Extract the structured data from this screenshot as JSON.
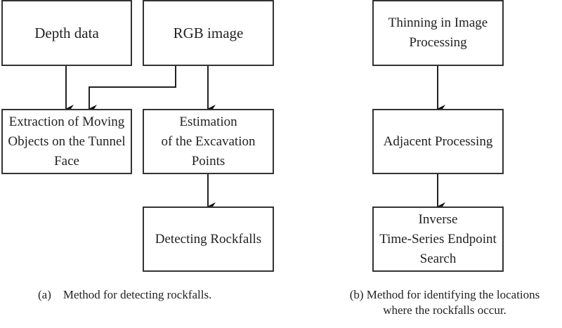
{
  "panel_a": {
    "nodes": {
      "depth": "Depth  data",
      "rgb": "RGB image",
      "extraction": "Extraction of Moving\nObjects on the Tunnel\nFace",
      "estimation": "Estimation\nof the Excavation\nPoints",
      "detecting": "Detecting Rockfalls"
    },
    "caption": "(a)    Method for detecting rockfalls."
  },
  "panel_b": {
    "nodes": {
      "thinning": "Thinning in Image\nProcessing",
      "adjacent": "Adjacent Processing",
      "inverse": "Inverse\nTime-Series Endpoint\nSearch"
    },
    "caption": "(b) Method for identifying the locations\nwhere the rockfalls occur."
  },
  "edges": [
    {
      "from": "depth",
      "to": "extraction"
    },
    {
      "from": "rgb",
      "to": "extraction"
    },
    {
      "from": "rgb",
      "to": "estimation"
    },
    {
      "from": "estimation",
      "to": "detecting"
    },
    {
      "from": "thinning",
      "to": "adjacent"
    },
    {
      "from": "adjacent",
      "to": "inverse"
    }
  ]
}
